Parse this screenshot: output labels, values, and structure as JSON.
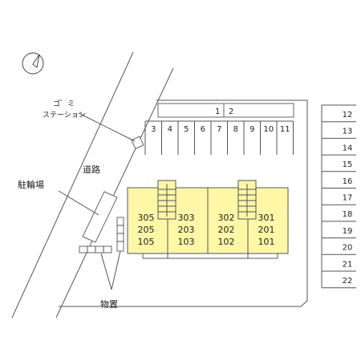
{
  "compass": {
    "icon": "north-arrow-icon"
  },
  "labels": {
    "garbage_line1": "ゴ゛ミ",
    "garbage_line2": "ステーション",
    "road": "道路",
    "bicycle": "駐輪場",
    "storage": "物置"
  },
  "parking": {
    "top_row": [
      "1",
      "2"
    ],
    "middle_row": [
      "3",
      "4",
      "5",
      "6",
      "7",
      "8",
      "9",
      "10",
      "11"
    ],
    "right_column": [
      "12",
      "13",
      "14",
      "15",
      "16",
      "17",
      "18",
      "19",
      "20",
      "21",
      "22"
    ]
  },
  "building": {
    "color": "#fdf7a6",
    "units": [
      {
        "floor3": "305",
        "floor2": "205",
        "floor1": "105"
      },
      {
        "floor3": "303",
        "floor2": "203",
        "floor1": "103"
      },
      {
        "floor3": "302",
        "floor2": "202",
        "floor1": "102"
      },
      {
        "floor3": "301",
        "floor2": "201",
        "floor1": "101"
      }
    ]
  }
}
